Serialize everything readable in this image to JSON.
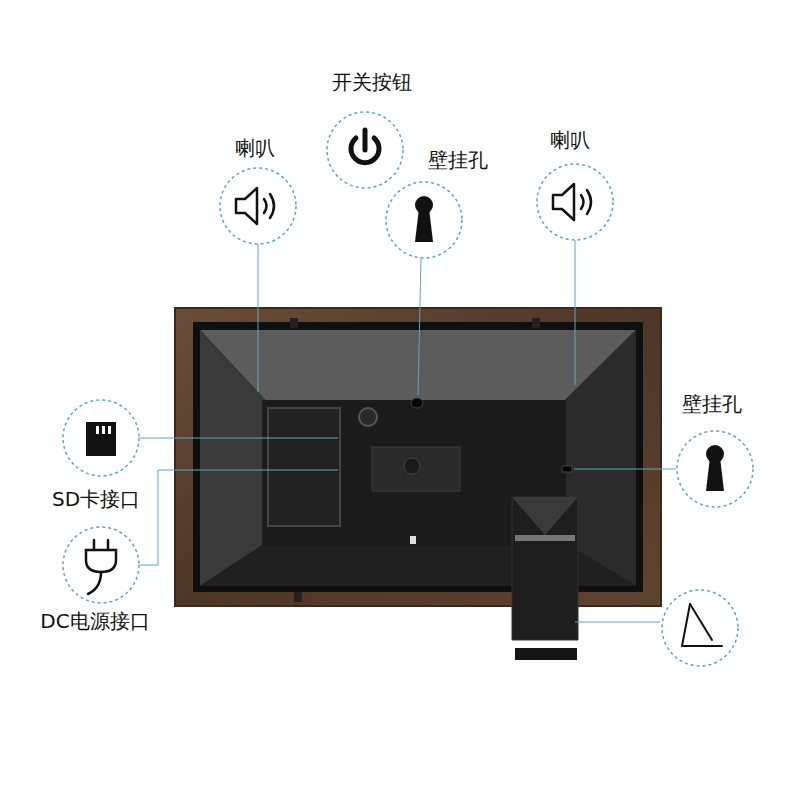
{
  "diagram": {
    "labels": [
      "开关按钮",
      "喇叭",
      "壁挂孔",
      "喇叭",
      "壁挂孔",
      "SD卡接口",
      "DC电源接口"
    ]
  }
}
